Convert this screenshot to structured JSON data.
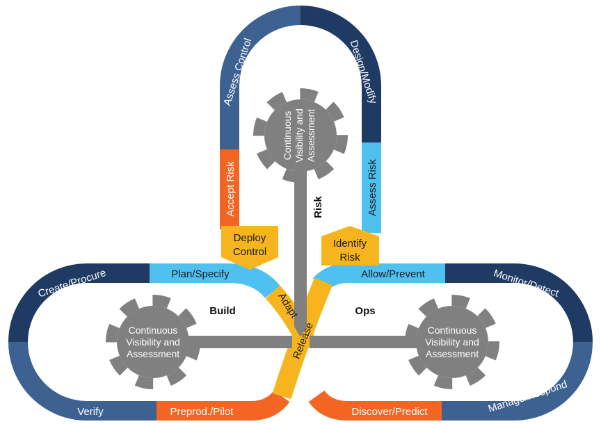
{
  "colors": {
    "navy": "#1f3a63",
    "mid_blue": "#3d6291",
    "light_blue": "#4fc1f0",
    "orange": "#f26522",
    "yellow": "#f6b51e",
    "gray": "#808080"
  },
  "top_loop": {
    "assess_control": "Assess Control",
    "design_modify": "Design/Modify",
    "accept_risk": "Accept Risk",
    "assess_risk": "Assess Risk",
    "deploy_control": [
      "Deploy",
      "Control"
    ],
    "identify_risk": [
      "Identify",
      "Risk"
    ],
    "center": "Risk"
  },
  "left_loop": {
    "create_procure": "Create/Procure",
    "plan_specify": "Plan/Specify",
    "verify": "Verify",
    "preprod_pilot": "Preprod./Pilot",
    "center": "Build",
    "adapt": "Adapt"
  },
  "right_loop": {
    "monitor_detect": "Monitor/Detect",
    "allow_prevent": "Allow/Prevent",
    "manage_respond": "Manage/Respond",
    "discover_predict": "Discover/Predict",
    "center": "Ops",
    "release": "Release"
  },
  "gear_text": [
    "Continuous",
    "Visibility and",
    "Assessment"
  ]
}
